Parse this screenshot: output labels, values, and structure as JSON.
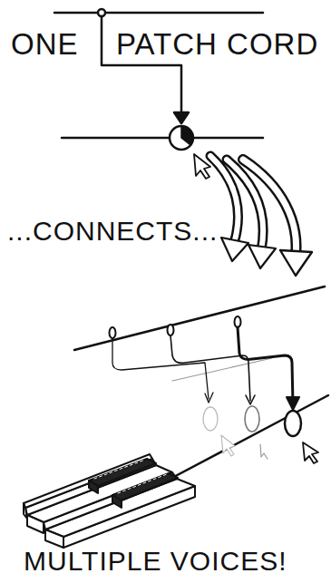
{
  "diagram": {
    "labels": [
      "ONE",
      "PATCH CORD",
      "...CONNECTS...",
      "MULTIPLE VOICES!"
    ]
  }
}
